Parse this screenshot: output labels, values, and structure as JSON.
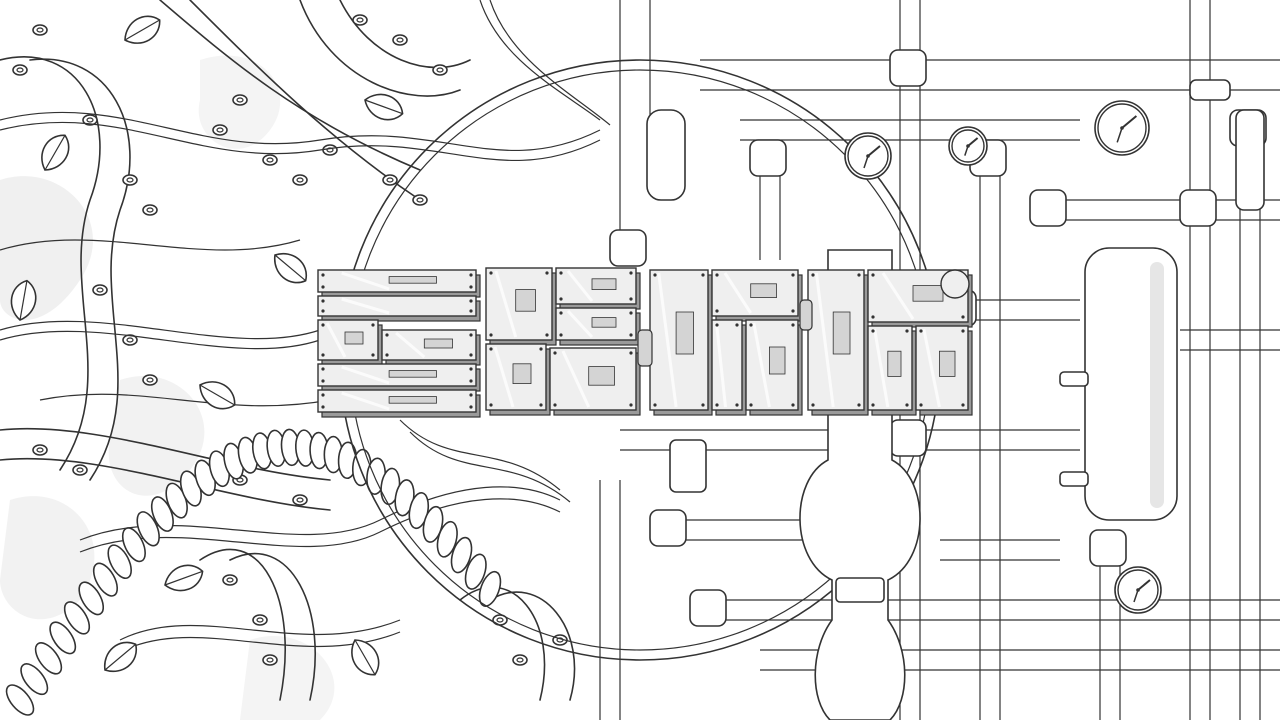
{
  "scene": {
    "description_kind": "line-art illustration",
    "palette": {
      "ink": "#333333",
      "paper": "#ffffff",
      "metal_light": "#efefef",
      "metal_mid": "#d4d4d4",
      "metal_dark": "#9a9a9a",
      "shadow_wash": "#e6e6e6"
    },
    "icons": [
      "leaf-icon",
      "gauge-icon",
      "clock-icon",
      "valve-icon"
    ]
  },
  "gauges": [
    {
      "name": "gauge-top-left"
    },
    {
      "name": "gauge-top-mid"
    },
    {
      "name": "gauge-top-right"
    },
    {
      "name": "gauge-bottom-right"
    }
  ]
}
